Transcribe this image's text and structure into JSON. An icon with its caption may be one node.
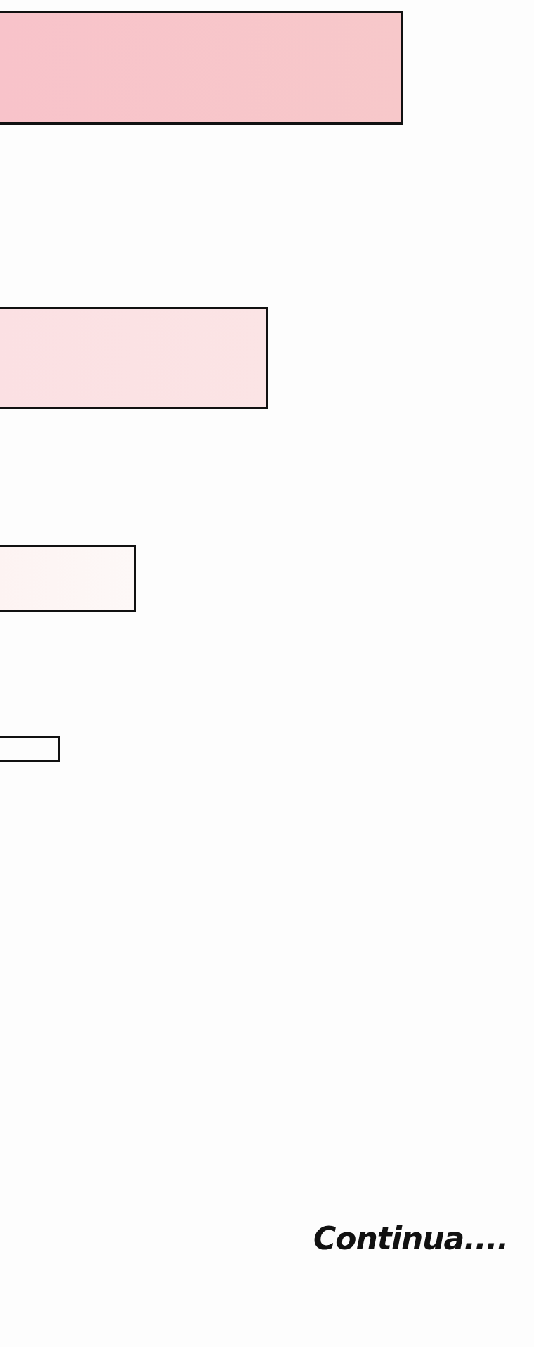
{
  "diagram": {
    "nodes": [
      {
        "text": [],
        "shape": "box"
      },
      {
        "text": [],
        "shape": "box"
      },
      {
        "text": [],
        "shape": "box"
      },
      {
        "text": [],
        "shape": "box"
      }
    ],
    "labels": [
      "Continua...."
    ]
  }
}
